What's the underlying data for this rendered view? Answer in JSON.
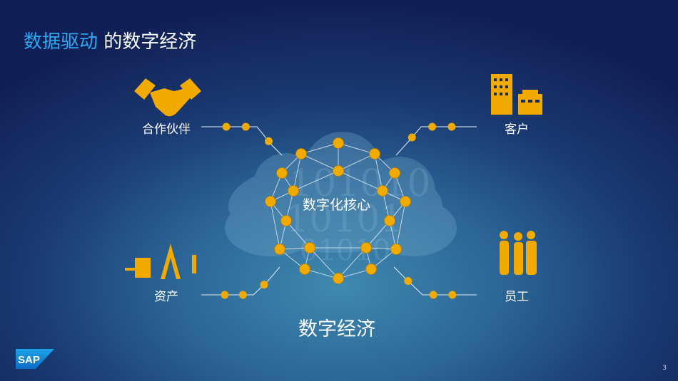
{
  "title": {
    "highlight": "数据驱动",
    "rest": "的数字经济"
  },
  "core_label": "数字化核心",
  "economy_label": "数字经济",
  "nodes": {
    "partners": {
      "label": "合作伙伴",
      "icon": "handshake-icon"
    },
    "customers": {
      "label": "客户",
      "icon": "buildings-icon"
    },
    "assets": {
      "label": "资产",
      "icon": "assets-icon"
    },
    "employees": {
      "label": "员工",
      "icon": "people-icon"
    }
  },
  "logo": "SAP",
  "page_number": "3",
  "colors": {
    "accent": "#2ea8f0",
    "node": "#f0aa00",
    "text": "#ffffff"
  }
}
